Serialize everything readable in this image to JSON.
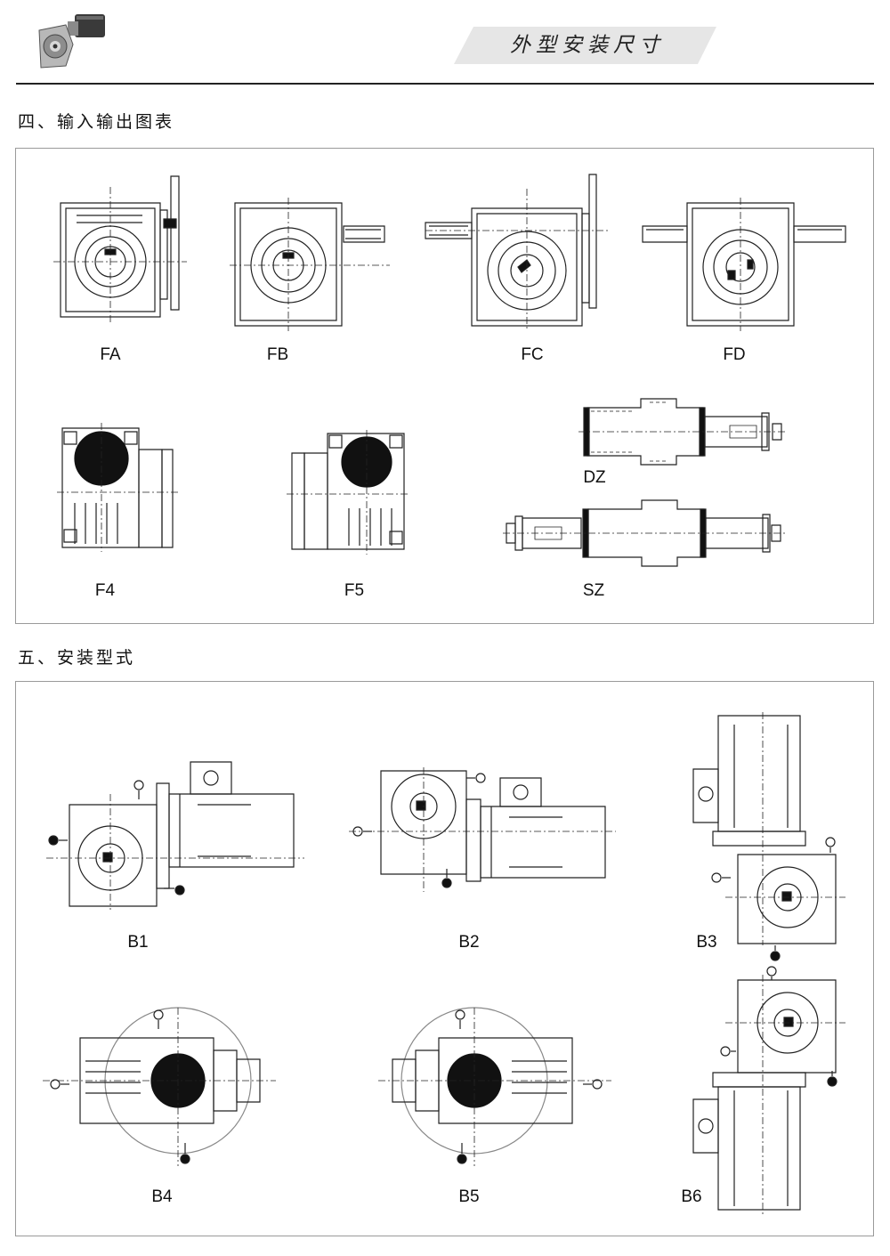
{
  "header": {
    "title": "外型安装尺寸"
  },
  "section4": {
    "title": "四、输入输出图表",
    "diagrams": [
      "FA",
      "FB",
      "FC",
      "FD",
      "F4",
      "F5",
      "DZ",
      "SZ"
    ]
  },
  "section5": {
    "title": "五、安装型式",
    "diagrams": [
      "B1",
      "B2",
      "B3",
      "B4",
      "B5",
      "B6"
    ]
  }
}
